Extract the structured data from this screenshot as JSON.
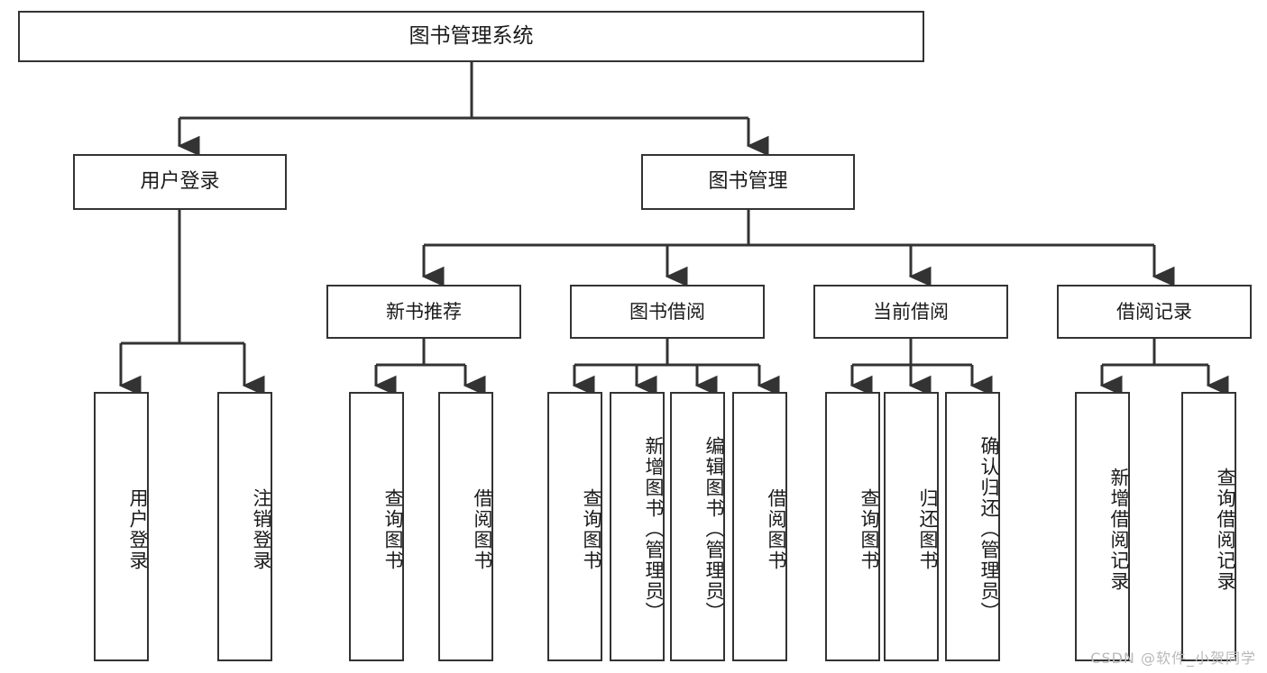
{
  "diagram": {
    "type": "tree",
    "title": "图书管理系统",
    "watermark": "CSDN @软件_小贺同学",
    "style": {
      "background": "#ffffff",
      "box_border": "#333333",
      "box_fill": "#ffffff",
      "text_color": "#1a1a1a",
      "connector": "#333333",
      "watermark_color": "#b9b9b9"
    },
    "nodes": {
      "root": {
        "label": "图书管理系统"
      },
      "level2": [
        {
          "id": "user-login",
          "label": "用户登录"
        },
        {
          "id": "book-manage",
          "label": "图书管理"
        }
      ],
      "level3": [
        {
          "id": "new-book-rec",
          "label": "新书推荐"
        },
        {
          "id": "book-borrow",
          "label": "图书借阅"
        },
        {
          "id": "current-borrow",
          "label": "当前借阅"
        },
        {
          "id": "borrow-record",
          "label": "借阅记录"
        }
      ],
      "leaves": {
        "user-login": [
          {
            "id": "leaf-user-login",
            "label": "用户登录"
          },
          {
            "id": "leaf-user-logout",
            "label": "注销登录"
          }
        ],
        "new-book-rec": [
          {
            "id": "leaf-query-book-1",
            "label": "查询图书"
          },
          {
            "id": "leaf-borrow-book-1",
            "label": "借阅图书"
          }
        ],
        "book-borrow": [
          {
            "id": "leaf-query-book-2",
            "label": "查询图书"
          },
          {
            "id": "leaf-add-book",
            "label": "新增图书（管理员）"
          },
          {
            "id": "leaf-edit-book",
            "label": "编辑图书（管理员）"
          },
          {
            "id": "leaf-borrow-book-2",
            "label": "借阅图书"
          }
        ],
        "current-borrow": [
          {
            "id": "leaf-query-book-3",
            "label": "查询图书"
          },
          {
            "id": "leaf-return-book",
            "label": "归还图书"
          },
          {
            "id": "leaf-confirm-return",
            "label": "确认归还（管理员）"
          }
        ],
        "borrow-record": [
          {
            "id": "leaf-add-record",
            "label": "新增借阅记录"
          },
          {
            "id": "leaf-query-record",
            "label": "查询借阅记录"
          }
        ]
      }
    }
  }
}
